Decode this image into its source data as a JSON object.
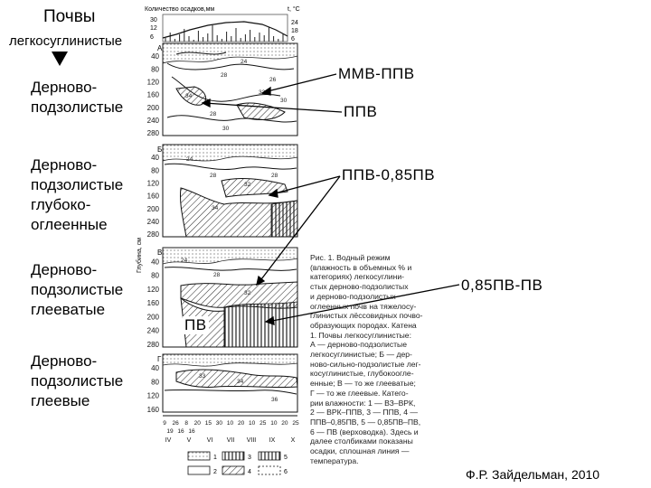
{
  "header": {
    "title": "Почвы",
    "subtitle": "легкосуглинистые"
  },
  "soil_types": [
    "Дерново-\nподзолистые",
    "Дерново-\nподзолистые\nглубоко-\nоглеенные",
    "Дерново-\nподзолистые\nглееватые",
    "Дерново-\nподзолистые\nглеевые"
  ],
  "callouts": {
    "mmv_ppv": "ММВ-ППВ",
    "ppv": "ППВ",
    "ppv_085": "ППВ-0,85ПВ",
    "pv_085": "0,85ПВ-ПВ",
    "pv": "ПВ"
  },
  "figure": {
    "precip_label": "Количество осадков,мм",
    "temp_label": "t, °C",
    "precip_ticks": [
      "30",
      "12",
      "6"
    ],
    "temp_ticks": [
      "24",
      "18",
      "6"
    ],
    "depth_axis_label": "Глубина, см",
    "panels": [
      {
        "letter": "А",
        "depth_ticks": [
          "40",
          "80",
          "120",
          "160",
          "200",
          "240",
          "280"
        ],
        "isolines": [
          "24",
          "28",
          "26",
          "32",
          "30",
          "34",
          "28",
          "30"
        ]
      },
      {
        "letter": "Б",
        "depth_ticks": [
          "40",
          "80",
          "120",
          "160",
          "200",
          "240",
          "280"
        ],
        "isolines": [
          "24",
          "28",
          "32",
          "28",
          "34"
        ]
      },
      {
        "letter": "В",
        "depth_ticks": [
          "40",
          "80",
          "120",
          "160",
          "200",
          "240",
          "280"
        ],
        "isolines": [
          "24",
          "28",
          "32"
        ]
      },
      {
        "letter": "Г",
        "depth_ticks": [
          "40",
          "80",
          "120",
          "160"
        ],
        "isolines": [
          "33",
          "34",
          "36"
        ]
      }
    ],
    "x_ticks_days": [
      "9",
      "26",
      "8",
      "20",
      "15",
      "30",
      "10",
      "20",
      "10",
      "25",
      "10",
      "20",
      "25"
    ],
    "x_ticks_days_second": [
      "19",
      "16",
      "16"
    ],
    "x_months": [
      "IV",
      "V",
      "VI",
      "VII",
      "VIII",
      "IX",
      "X"
    ],
    "legend_numbers": [
      "1",
      "2",
      "3",
      "4",
      "5",
      "6"
    ],
    "caption": "Рис. 1. Водный режим\n(влажность в объемных % и\nкатегориях) легкосуглини-\nстых дерново-подзолистых\nи дерново-подзолистых\nоглеенных почв на тяжелосу-\nглинистых лёссовидных почво-\nобразующих породах. Катена\n1. Почвы легкосуглинистые:\nА — дерново-подзолистые\nлегкосуглинистые; Б — дер-\nново-сильно-подзолистые лег-\nкосуглинистые, глубокоогле-\nенные; В — то же глееватые;\nГ — то же глеевые. Катего-\nрии влажности: 1 — ВЗ–ВРК,\n2 — ВРК–ППВ, 3 — ППВ, 4 —\nППВ–0,85ПВ, 5 — 0,85ПВ–ПВ,\n6 — ПВ (верховодка). Здесь и\nдалее столбиками показаны\nосадки, сплошная линия —\nтемпература."
  },
  "author": "Ф.Р. Зайдельман, 2010"
}
